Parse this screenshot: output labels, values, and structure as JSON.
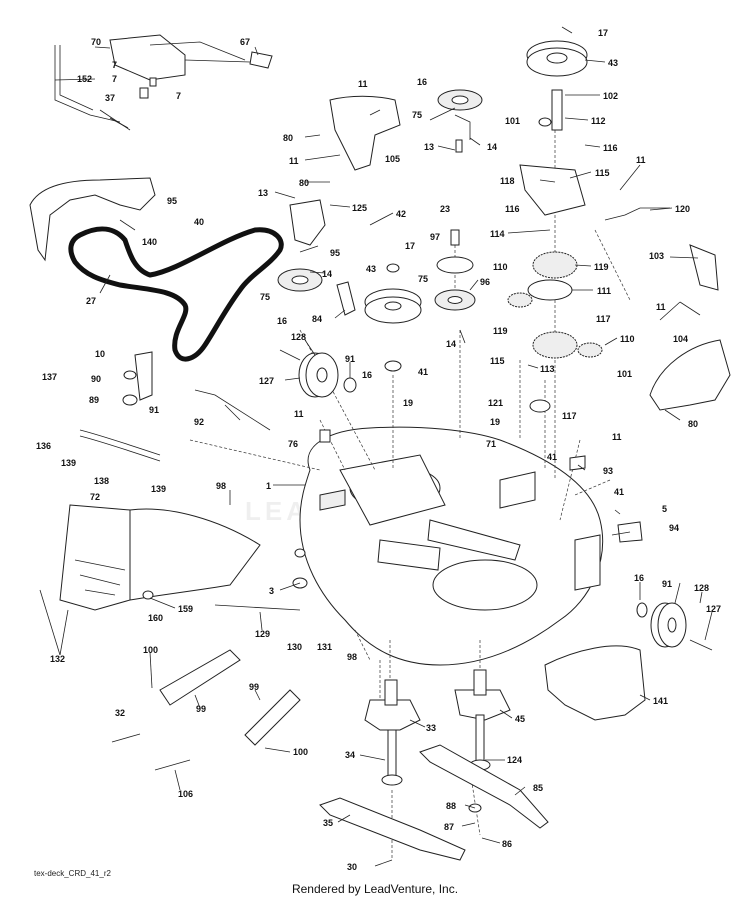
{
  "diagram": {
    "caption": "tex-deck_CRD_41_r2",
    "credit": "Rendered by LeadVenture, Inc.",
    "watermark": "LEADVENTURE",
    "callouts": [
      {
        "id": "c17a",
        "label": "17"
      },
      {
        "id": "c43a",
        "label": "43"
      },
      {
        "id": "c102",
        "label": "102"
      },
      {
        "id": "c101a",
        "label": "101"
      },
      {
        "id": "c112",
        "label": "112"
      },
      {
        "id": "c116a",
        "label": "116"
      },
      {
        "id": "c118",
        "label": "118"
      },
      {
        "id": "c115a",
        "label": "115"
      },
      {
        "id": "c11a",
        "label": "11"
      },
      {
        "id": "c116b",
        "label": "116"
      },
      {
        "id": "c120",
        "label": "120"
      },
      {
        "id": "c114",
        "label": "114"
      },
      {
        "id": "c119a",
        "label": "119"
      },
      {
        "id": "c111",
        "label": "111"
      },
      {
        "id": "c110a",
        "label": "110"
      },
      {
        "id": "c117a",
        "label": "117"
      },
      {
        "id": "c119b",
        "label": "119"
      },
      {
        "id": "c110b",
        "label": "110"
      },
      {
        "id": "c115b",
        "label": "115"
      },
      {
        "id": "c113",
        "label": "113"
      },
      {
        "id": "c101b",
        "label": "101"
      },
      {
        "id": "c117b",
        "label": "117"
      },
      {
        "id": "c121",
        "label": "121"
      },
      {
        "id": "c19a",
        "label": "19"
      },
      {
        "id": "c103",
        "label": "103"
      },
      {
        "id": "c11b",
        "label": "11"
      },
      {
        "id": "c104",
        "label": "104"
      },
      {
        "id": "c80a",
        "label": "80"
      },
      {
        "id": "c11c",
        "label": "11"
      },
      {
        "id": "c93",
        "label": "93"
      },
      {
        "id": "c41a",
        "label": "41"
      },
      {
        "id": "c41b",
        "label": "41"
      },
      {
        "id": "c5",
        "label": "5"
      },
      {
        "id": "c94",
        "label": "94"
      },
      {
        "id": "c71",
        "label": "71"
      },
      {
        "id": "c16a",
        "label": "16"
      },
      {
        "id": "c75a",
        "label": "75"
      },
      {
        "id": "c14a",
        "label": "14"
      },
      {
        "id": "c13a",
        "label": "13"
      },
      {
        "id": "c23",
        "label": "23"
      },
      {
        "id": "c97",
        "label": "97"
      },
      {
        "id": "c75b",
        "label": "75"
      },
      {
        "id": "c96",
        "label": "96"
      },
      {
        "id": "c14b",
        "label": "14"
      },
      {
        "id": "c17b",
        "label": "17"
      },
      {
        "id": "c43b",
        "label": "43"
      },
      {
        "id": "c41c",
        "label": "41"
      },
      {
        "id": "c19b",
        "label": "19"
      },
      {
        "id": "c70",
        "label": "70"
      },
      {
        "id": "c67",
        "label": "67"
      },
      {
        "id": "c7a",
        "label": "7"
      },
      {
        "id": "c7b",
        "label": "7"
      },
      {
        "id": "c152",
        "label": "152"
      },
      {
        "id": "c37",
        "label": "37"
      },
      {
        "id": "c7c",
        "label": "7"
      },
      {
        "id": "c11d",
        "label": "11"
      },
      {
        "id": "c80b",
        "label": "80"
      },
      {
        "id": "c11e",
        "label": "11"
      },
      {
        "id": "c105",
        "label": "105"
      },
      {
        "id": "c80c",
        "label": "80"
      },
      {
        "id": "c13b",
        "label": "13"
      },
      {
        "id": "c125",
        "label": "125"
      },
      {
        "id": "c42",
        "label": "42"
      },
      {
        "id": "c95a",
        "label": "95"
      },
      {
        "id": "c40",
        "label": "40"
      },
      {
        "id": "c140",
        "label": "140"
      },
      {
        "id": "c27",
        "label": "27"
      },
      {
        "id": "c95b",
        "label": "95"
      },
      {
        "id": "c14c",
        "label": "14"
      },
      {
        "id": "c75c",
        "label": "75"
      },
      {
        "id": "c16b",
        "label": "16"
      },
      {
        "id": "c84",
        "label": "84"
      },
      {
        "id": "c10",
        "label": "10"
      },
      {
        "id": "c90",
        "label": "90"
      },
      {
        "id": "c89",
        "label": "89"
      },
      {
        "id": "c91a",
        "label": "91"
      },
      {
        "id": "c137",
        "label": "137"
      },
      {
        "id": "c136",
        "label": "136"
      },
      {
        "id": "c139a",
        "label": "139"
      },
      {
        "id": "c138",
        "label": "138"
      },
      {
        "id": "c139b",
        "label": "139"
      },
      {
        "id": "c92",
        "label": "92"
      },
      {
        "id": "c128a",
        "label": "128"
      },
      {
        "id": "c127a",
        "label": "127"
      },
      {
        "id": "c91b",
        "label": "91"
      },
      {
        "id": "c16c",
        "label": "16"
      },
      {
        "id": "c11f",
        "label": "11"
      },
      {
        "id": "c76",
        "label": "76"
      },
      {
        "id": "c1",
        "label": "1"
      },
      {
        "id": "c98a",
        "label": "98"
      },
      {
        "id": "c72",
        "label": "72"
      },
      {
        "id": "c3",
        "label": "3"
      },
      {
        "id": "c160",
        "label": "160"
      },
      {
        "id": "c159",
        "label": "159"
      },
      {
        "id": "c132",
        "label": "132"
      },
      {
        "id": "c129",
        "label": "129"
      },
      {
        "id": "c130",
        "label": "130"
      },
      {
        "id": "c131",
        "label": "131"
      },
      {
        "id": "c98b",
        "label": "98"
      },
      {
        "id": "c100a",
        "label": "100"
      },
      {
        "id": "c99a",
        "label": "99"
      },
      {
        "id": "c32",
        "label": "32"
      },
      {
        "id": "c99b",
        "label": "99"
      },
      {
        "id": "c100b",
        "label": "100"
      },
      {
        "id": "c106",
        "label": "106"
      },
      {
        "id": "c33",
        "label": "33"
      },
      {
        "id": "c45",
        "label": "45"
      },
      {
        "id": "c34",
        "label": "34"
      },
      {
        "id": "c124",
        "label": "124"
      },
      {
        "id": "c85",
        "label": "85"
      },
      {
        "id": "c35",
        "label": "35"
      },
      {
        "id": "c88",
        "label": "88"
      },
      {
        "id": "c87",
        "label": "87"
      },
      {
        "id": "c86",
        "label": "86"
      },
      {
        "id": "c30",
        "label": "30"
      },
      {
        "id": "c16d",
        "label": "16"
      },
      {
        "id": "c91c",
        "label": "91"
      },
      {
        "id": "c128b",
        "label": "128"
      },
      {
        "id": "c127b",
        "label": "127"
      },
      {
        "id": "c141",
        "label": "141"
      }
    ]
  }
}
